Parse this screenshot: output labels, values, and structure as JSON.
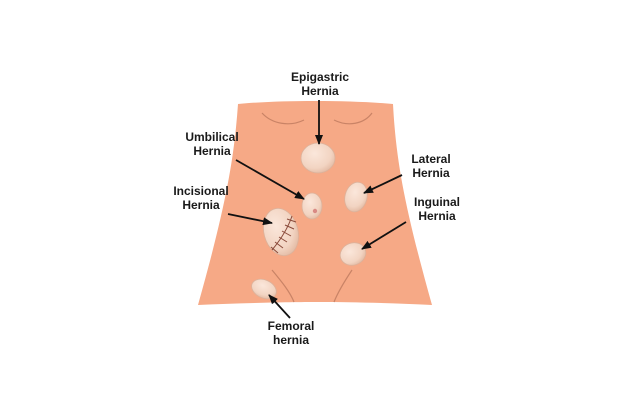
{
  "labels": {
    "epigastric": {
      "line1": "Epigastric",
      "line2": "Hernia"
    },
    "umbilical": {
      "line1": "Umbilical",
      "line2": "Hernia"
    },
    "lateral": {
      "line1": "Lateral",
      "line2": "Hernia"
    },
    "incisional": {
      "line1": "Incisional",
      "line2": "Hernia"
    },
    "inguinal": {
      "line1": "Inguinal",
      "line2": "Hernia"
    },
    "femoral": {
      "line1": "Femoral",
      "line2": "hernia"
    }
  },
  "colors": {
    "skin": "#f6a986",
    "skin_line": "#c98366",
    "bulge": "#f2d4c2",
    "bulge_edge": "#dcb29b",
    "suture": "#8a4a3a",
    "arrow": "#111111",
    "text": "#1a1a1a"
  }
}
